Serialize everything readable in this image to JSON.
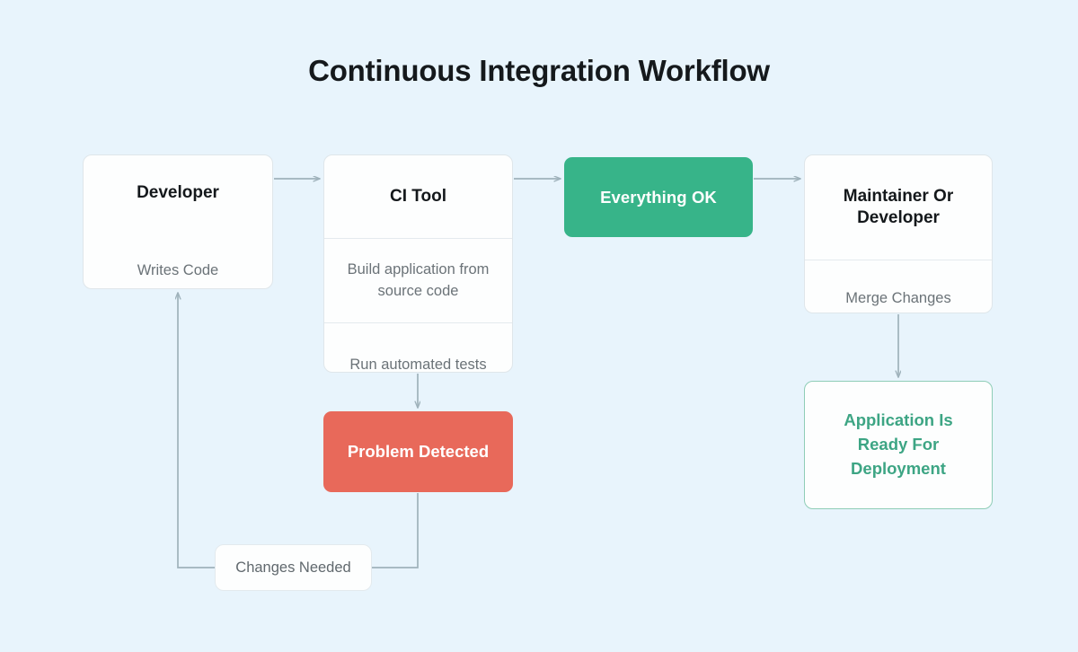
{
  "diagram": {
    "title": "Continuous Integration Workflow",
    "background_color": "#e8f4fc",
    "connector_color": "#9fb2bb",
    "nodes": {
      "developer": {
        "header": "Developer",
        "detail": "Writes Code"
      },
      "ci_tool": {
        "header": "CI Tool",
        "step_one": "Build application from source code",
        "step_two": "Run automated tests"
      },
      "everything_ok": {
        "label": "Everything OK",
        "fill_color": "#37b489",
        "text_color": "#ffffff"
      },
      "maintainer": {
        "header": "Maintainer Or Developer",
        "detail": "Merge Changes"
      },
      "problem_detected": {
        "label": "Problem Detected",
        "fill_color": "#e8695a",
        "text_color": "#ffffff"
      },
      "application_ready": {
        "label": "Application Is Ready For Deployment",
        "border_color": "#8fcdb7",
        "text_color": "#3da584"
      },
      "changes_needed": {
        "label": "Changes Needed"
      }
    },
    "edges": [
      {
        "name": "developer-to-ci-tool",
        "from": "developer",
        "to": "ci_tool"
      },
      {
        "name": "ci-tool-to-everything-ok",
        "from": "ci_tool",
        "to": "everything_ok"
      },
      {
        "name": "everything-ok-to-maintainer",
        "from": "everything_ok",
        "to": "maintainer"
      },
      {
        "name": "maintainer-to-application-ready",
        "from": "maintainer",
        "to": "application_ready"
      },
      {
        "name": "ci-tool-to-problem-detected",
        "from": "ci_tool",
        "to": "problem_detected"
      },
      {
        "name": "problem-detected-to-developer",
        "from": "problem_detected",
        "to": "developer",
        "label": "Changes Needed"
      }
    ]
  }
}
